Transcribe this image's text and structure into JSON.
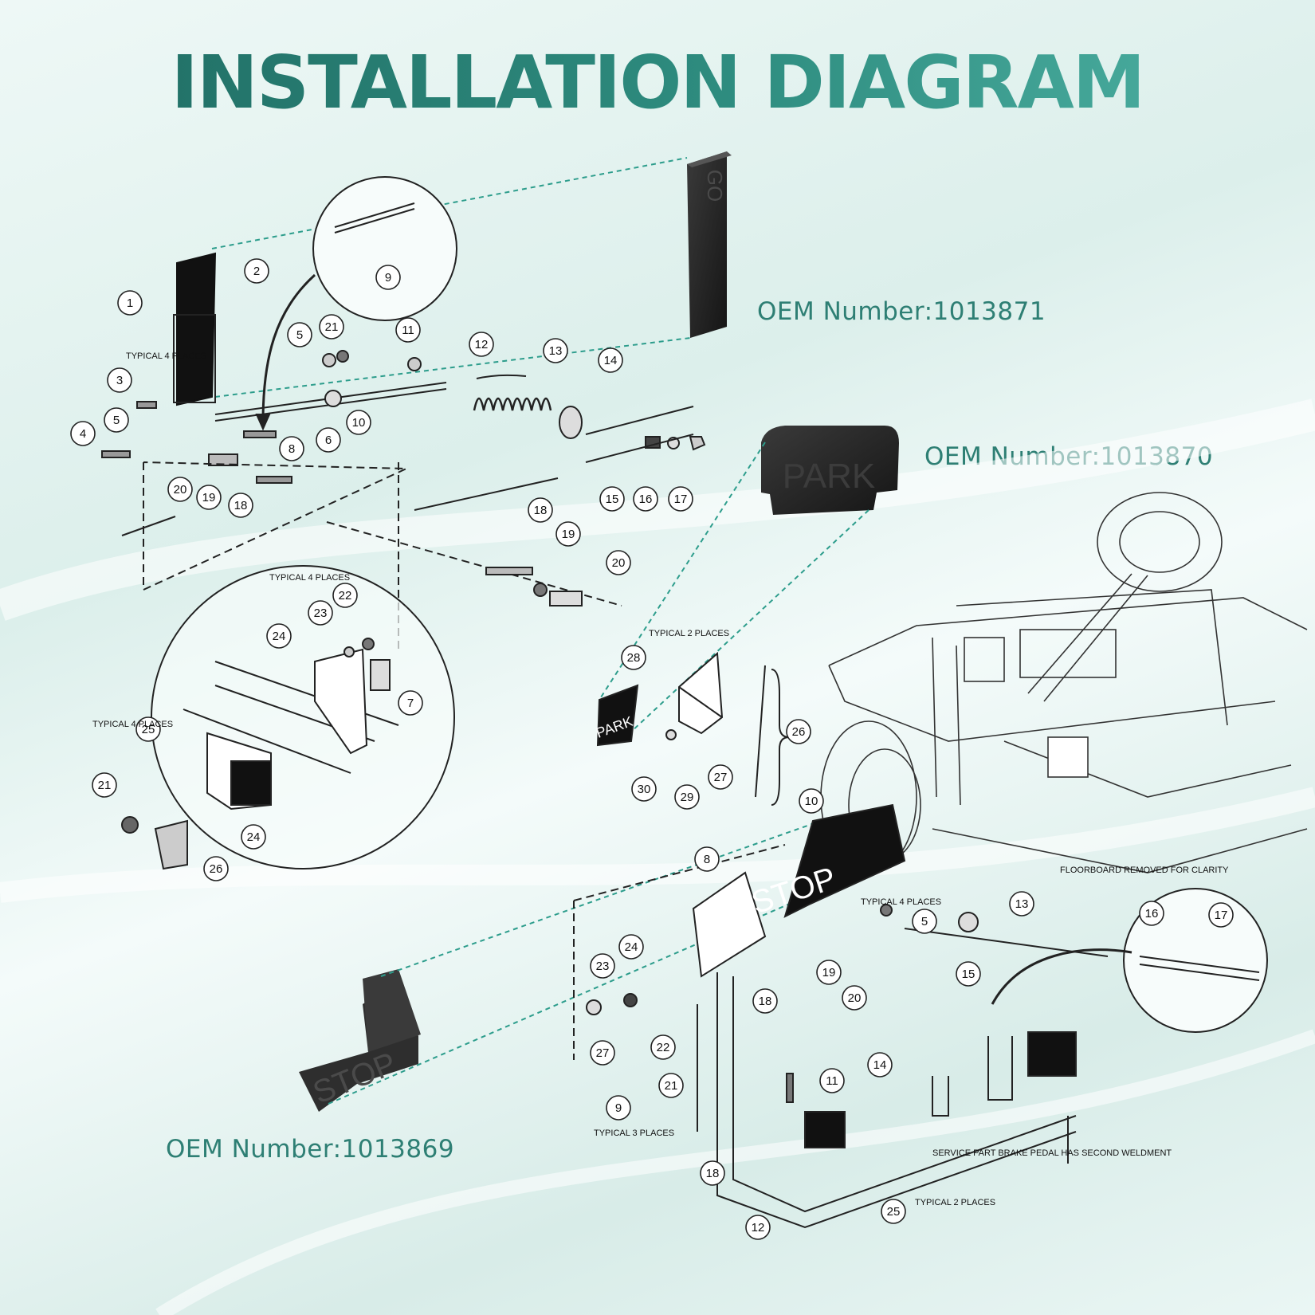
{
  "title": "INSTALLATION DIAGRAM",
  "oem_labels": [
    "OEM Number:1013871",
    "OEM Number:1013870",
    "OEM Number:1013869"
  ],
  "pedal_texts": {
    "go": "GO",
    "park": "PARK",
    "stop": "STOP"
  },
  "notes": {
    "typical_4_places": "TYPICAL 4 PLACES",
    "typical_2_places": "TYPICAL 2 PLACES",
    "typical_3_places": "TYPICAL 3 PLACES",
    "floorboard": "FLOORBOARD REMOVED FOR CLARITY",
    "service_part": "SERVICE PART BRAKE PEDAL HAS SECOND WELDMENT"
  },
  "part_callouts": {
    "accelerator": [
      "1",
      "2",
      "3",
      "4",
      "5",
      "5",
      "6",
      "8",
      "9",
      "10",
      "11",
      "12",
      "13",
      "14",
      "15",
      "16",
      "17",
      "18",
      "18",
      "19",
      "19",
      "20",
      "20",
      "21",
      "21",
      "22",
      "23",
      "24",
      "24",
      "25",
      "26",
      "7"
    ],
    "park": [
      "28",
      "26",
      "27",
      "29",
      "30"
    ],
    "brake": [
      "10",
      "8",
      "5",
      "13",
      "16",
      "17",
      "15",
      "24",
      "23",
      "19",
      "20",
      "18",
      "27",
      "22",
      "21",
      "11",
      "14",
      "9",
      "18",
      "25",
      "12"
    ]
  },
  "colors": {
    "title": "#2b7d72",
    "oem": "#2e7f74",
    "leader": "#2d9d8c",
    "line": "#222222"
  }
}
